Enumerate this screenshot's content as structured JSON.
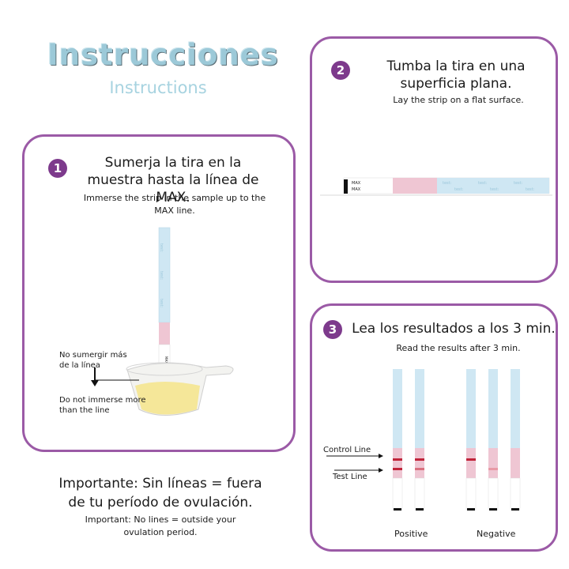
{
  "header": {
    "title": "Instrucciones",
    "subtitle": "Instructions"
  },
  "step1": {
    "number": "1",
    "title": "Sumerja la tira en la muestra hasta la línea de MAX.",
    "subtitle": "Immerse the strip in the sample up to the MAX line.",
    "warning_es": "No sumergir más de la línea",
    "warning_en": "Do not immerse more than the line"
  },
  "step2": {
    "number": "2",
    "title": "Tumba la tira en una superficia plana.",
    "subtitle": "Lay the strip on a flat surface."
  },
  "step3": {
    "number": "3",
    "title": "Lea los resultados a los 3 min.",
    "subtitle": "Read the results after 3 min.",
    "control_line_label": "Control Line",
    "test_line_label": "Test Line",
    "positive_label": "Positive",
    "negative_label": "Negative"
  },
  "strip": {
    "brand": "test:",
    "max_label": "MAX"
  },
  "important": {
    "text_es": "Importante: Sin líneas = fuera de tu período de ovulación.",
    "text_en": "Important: No lines = outside your ovulation period."
  },
  "colors": {
    "panel_border": "#9b5aa6",
    "badge": "#7d3a8c",
    "strip_blue": "#cfe7f3",
    "strip_pink": "#efc6d3",
    "result_line": "#c0243a"
  }
}
